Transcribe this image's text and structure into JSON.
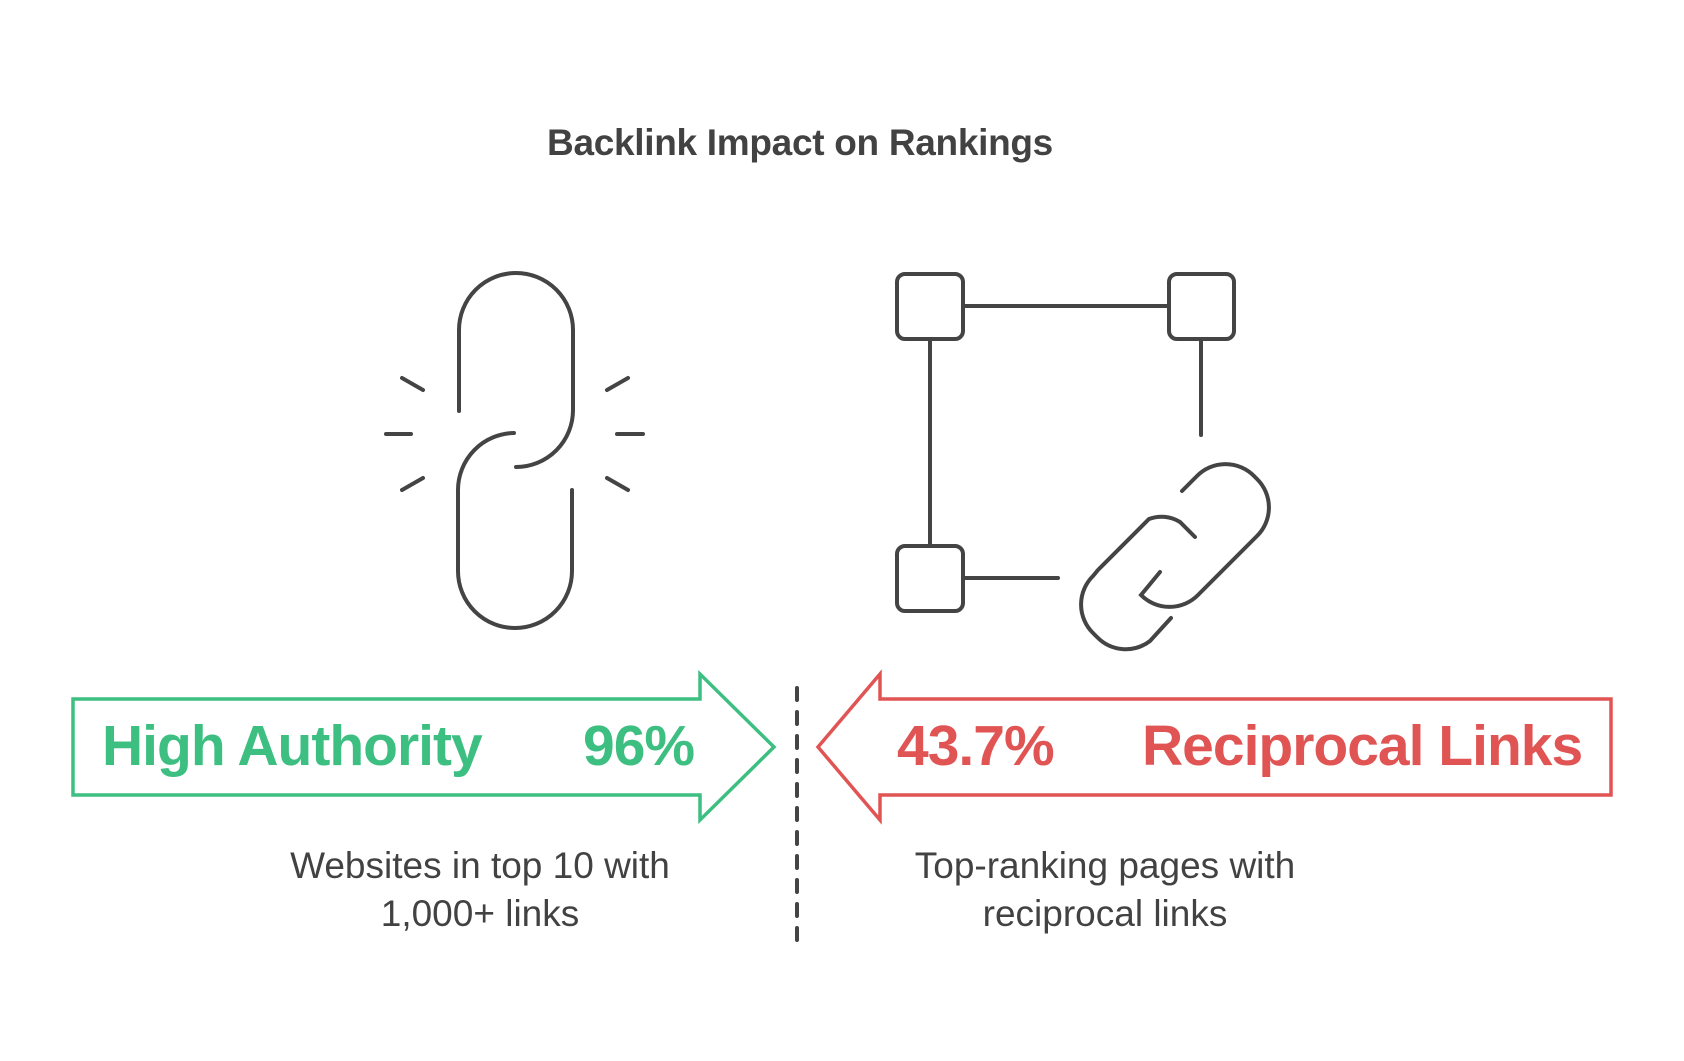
{
  "title": "Backlink Impact on Rankings",
  "colors": {
    "positive": "#3dbf82",
    "negative": "#e05454",
    "icon_stroke": "#444444",
    "text": "#424242"
  },
  "left_panel": {
    "icon": "broken-chain-link-icon",
    "label": "High Authority",
    "value": "96%",
    "description_line1": "Websites in top 10 with",
    "description_line2": "1,000+ links",
    "arrow_direction": "right",
    "color": "#3dbf82"
  },
  "right_panel": {
    "icon": "network-nodes-with-link-icon",
    "label": "Reciprocal Links",
    "value": "43.7%",
    "description_line1": "Top-ranking pages with",
    "description_line2": "reciprocal links",
    "arrow_direction": "left",
    "color": "#e05454"
  },
  "divider": "dashed-vertical-line"
}
